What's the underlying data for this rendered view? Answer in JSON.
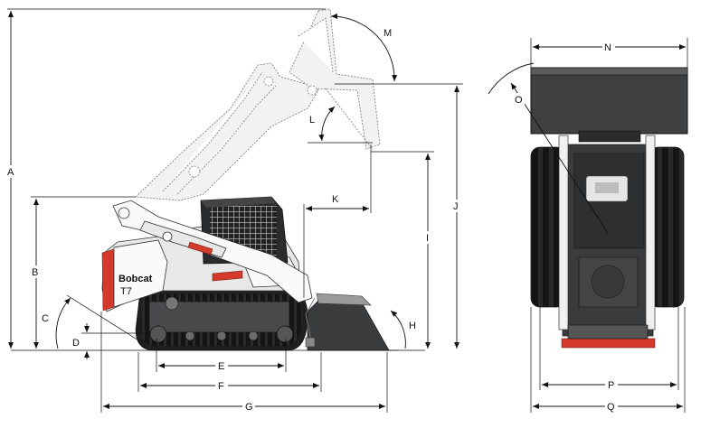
{
  "dimension_labels": {
    "A": "A",
    "B": "B",
    "C": "C",
    "D": "D",
    "E": "E",
    "F": "F",
    "G": "G",
    "H": "H",
    "I": "I",
    "J": "J",
    "K": "K",
    "L": "L",
    "M": "M",
    "N": "N",
    "O": "O",
    "P": "P",
    "Q": "Q"
  },
  "machine": {
    "brand": "Bobcat",
    "model_badge": "T7"
  },
  "colors": {
    "body": "#e8e8e8",
    "dark": "#3a3b3d",
    "accent": "#d33a2c",
    "line": "#111111"
  }
}
